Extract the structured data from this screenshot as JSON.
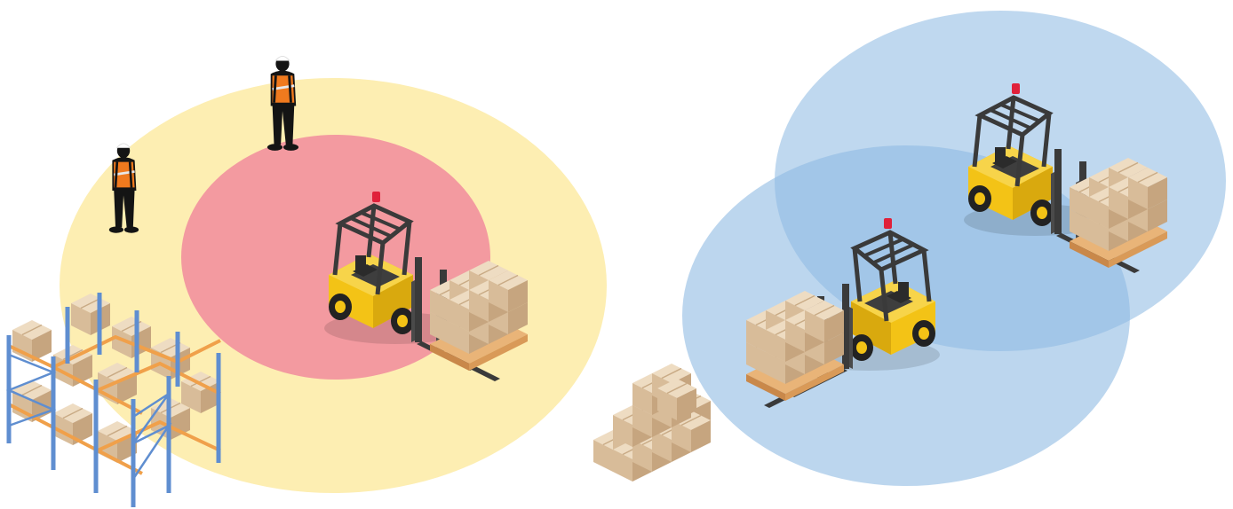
{
  "colors": {
    "background": "#ffffff",
    "warning_zone": "#fdeeb2",
    "danger_zone": "#f39aa0",
    "detection_zone": "#a9cbe9",
    "forklift_body": "#f3c316",
    "forklift_dark": "#3e3e3e",
    "box": "#dcc3a3",
    "pallet": "#e0a86a",
    "rack_upright": "#5f8ed0",
    "rack_beam": "#f0a04a",
    "safety_vest": "#f07a1e",
    "worker": "#141414",
    "beacon": "#e0213a"
  },
  "scene": {
    "left_group": {
      "zones": [
        "warning-zone",
        "danger-zone"
      ],
      "objects": [
        "worker",
        "worker",
        "forklift",
        "pallet-rack"
      ]
    },
    "right_group": {
      "zones": [
        "detection-zone",
        "detection-zone"
      ],
      "objects": [
        "forklift",
        "forklift"
      ]
    },
    "center": {
      "objects": [
        "box-stack"
      ]
    }
  }
}
